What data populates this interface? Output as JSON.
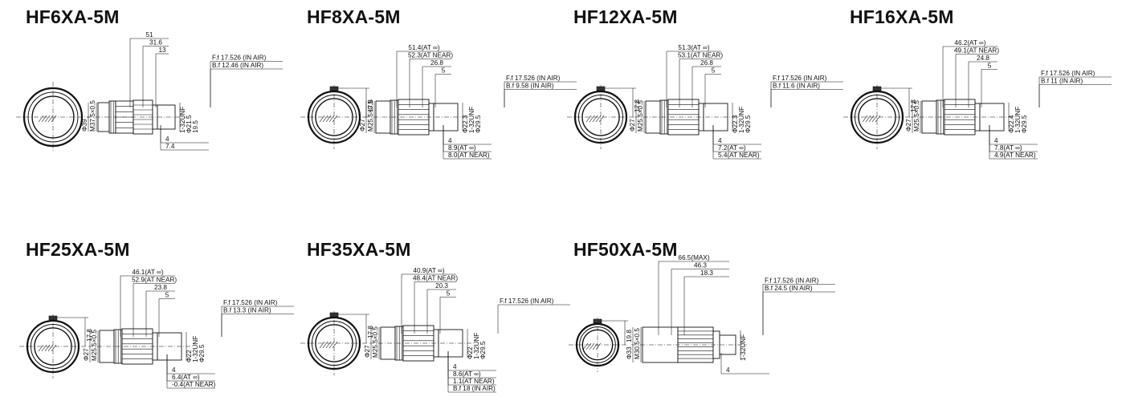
{
  "lenses": [
    {
      "model": "HF6XA-5M",
      "front": [],
      "side": [
        "Φ39",
        "M37.5×0.5"
      ],
      "rear": [
        "1-32UNF",
        "Φ21.5",
        "19.5"
      ],
      "top": [
        "51",
        "31.6",
        "13",
        "F.f 17.526 (IN AIR)",
        "B.f 12.46  (IN AIR)"
      ],
      "bottom": [
        "4",
        "7.4"
      ]
    },
    {
      "model": "HF8XA-5M",
      "front": [
        "17.8"
      ],
      "side": [
        "Φ27",
        "M25.5×0.5"
      ],
      "rear": [
        "Φ22.3",
        "1-32UNF",
        "Φ29.5"
      ],
      "top": [
        "51.4(AT ∞)",
        "52.3(AT NEAR)",
        "26.8",
        "5",
        "F.f 17.526 (IN AIR)",
        "B.f 9.58  (IN AIR)"
      ],
      "bottom": [
        "4",
        "8.9(AT ∞)",
        "8.0(AT NEAR)"
      ]
    },
    {
      "model": "HF12XA-5M",
      "front": [
        "17.8"
      ],
      "side": [
        "Φ27",
        "M25.5×0.5"
      ],
      "rear": [
        "Φ22.3",
        "1-32UNF",
        "Φ29.5"
      ],
      "top": [
        "51.3(AT ∞)",
        "53.1(AT NEAR)",
        "26.8",
        "5",
        "F.f 17.526 (IN AIR)",
        "B.f 11.6  (IN AIR)"
      ],
      "bottom": [
        "4",
        "7.2(AT ∞)",
        "5.4(AT NEAR)"
      ]
    },
    {
      "model": "HF16XA-5M",
      "front": [
        "17.8"
      ],
      "side": [
        "Φ27",
        "M25.5×0.5"
      ],
      "rear": [
        "Φ22.4",
        "1-32UNF",
        "Φ29.5"
      ],
      "top": [
        "46.2(AT ∞)",
        "49.1(AT NEAR)",
        "24.8",
        "5",
        "F.f 17.526 (IN AIR)",
        "B.f 11  (IN AIR)"
      ],
      "bottom": [
        "4",
        "7.8(AT ∞)",
        "4.9(AT NEAR)"
      ]
    },
    {
      "model": "HF25XA-5M",
      "front": [
        "17.8"
      ],
      "side": [
        "Φ27",
        "M25.5×0.5"
      ],
      "rear": [
        "Φ22",
        "1-32UNF",
        "Φ29.5"
      ],
      "top": [
        "46.1(AT ∞)",
        "52.9(AT NEAR)",
        "23.8",
        "5",
        "F.f 17.526 (IN AIR)",
        "B.f 13.3  (IN AIR)"
      ],
      "bottom": [
        "4",
        "6.4(AT ∞)",
        "-0.4(AT NEAR)"
      ]
    },
    {
      "model": "HF35XA-5M",
      "front": [
        "17.8"
      ],
      "side": [
        "Φ27",
        "M25.5×0.5"
      ],
      "rear": [
        "Φ22",
        "1-32UNF",
        "Φ29.5"
      ],
      "top": [
        "40.9(AT ∞)",
        "48.4(AT NEAR)",
        "20.3",
        "5",
        "F.f 17.526 (IN AIR)"
      ],
      "bottom": [
        "4",
        "8.6(AT ∞)",
        "1.1(AT NEAR)",
        "B.f 18 (IN AIR)"
      ]
    },
    {
      "model": "HF50XA-5M",
      "front": [
        "19.8"
      ],
      "side": [
        "Φ33",
        "M30.5×0.5"
      ],
      "rear": [
        "1-32UNF"
      ],
      "top": [
        "66.5(MAX)",
        "46.3",
        "18.3",
        "F.f 17.526 (IN AIR)",
        "B.f 24.5  (IN AIR)"
      ],
      "bottom": [
        "4"
      ]
    }
  ]
}
